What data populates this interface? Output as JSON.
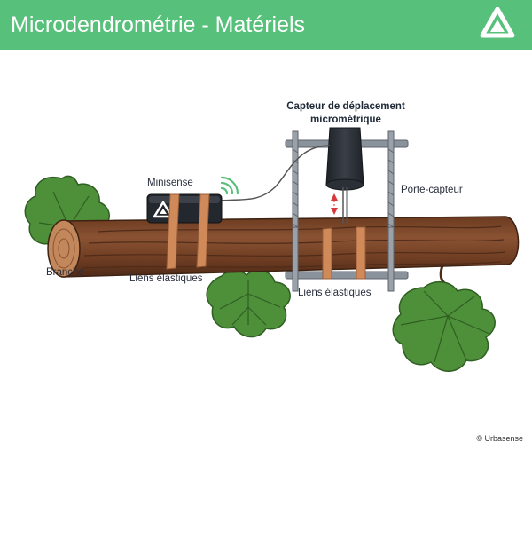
{
  "header": {
    "title": "Microdendrométrie - Matériels",
    "logo_icon": "urbasense-triangle-logo-icon",
    "background_color": "#57c07a"
  },
  "labels": {
    "sensor_line1": "Capteur de déplacement",
    "sensor_line2": "micrométrique",
    "minisense": "Minisense",
    "porte_capteur": "Porte-capteur",
    "branche": "Branche",
    "liens_left": "Liens élastiques",
    "liens_right": "Liens élastiques"
  },
  "copyright": "© Urbasense",
  "icons": {
    "leaves": "grape-leaf-icon",
    "wireless": "wifi-signal-icon",
    "arrows": "displacement-arrows-icon"
  },
  "colors": {
    "wood": "#7a4528",
    "bark_dark": "#4f2b18",
    "elastic": "#d08a5a",
    "leaf": "#4e8f3a",
    "frame": "#8a929c",
    "sensor": "#2b2f36"
  }
}
